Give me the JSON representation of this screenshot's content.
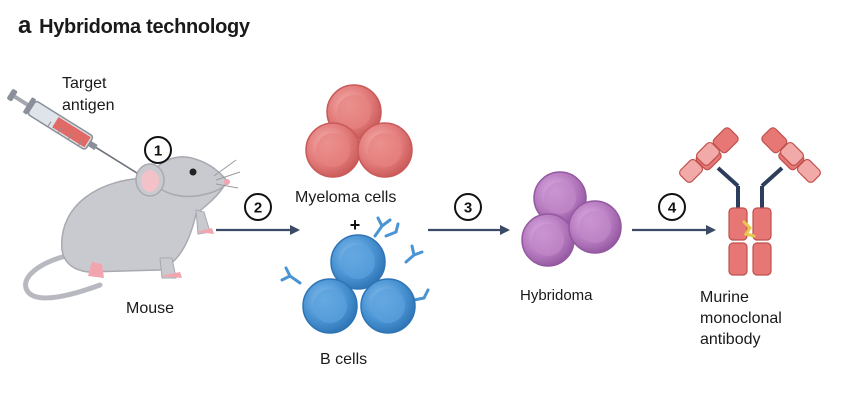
{
  "figure": {
    "panel_letter": "a",
    "title": "Hybridoma technology"
  },
  "labels": {
    "target_antigen_line1": "Target",
    "target_antigen_line2": "antigen",
    "mouse": "Mouse",
    "myeloma": "Myeloma cells",
    "b_cells": "B cells",
    "plus": "+",
    "hybridoma": "Hybridoma",
    "antibody_line1": "Murine",
    "antibody_line2": "monoclonal",
    "antibody_line3": "antibody"
  },
  "steps": [
    "1",
    "2",
    "3",
    "4"
  ],
  "colors": {
    "myeloma": "#e07a78",
    "b_cell": "#4a94d4",
    "hybridoma": "#b77cc0",
    "antibody": "#e06a66",
    "mouse": "#c9cad0",
    "arrow": "#3b4a66"
  }
}
